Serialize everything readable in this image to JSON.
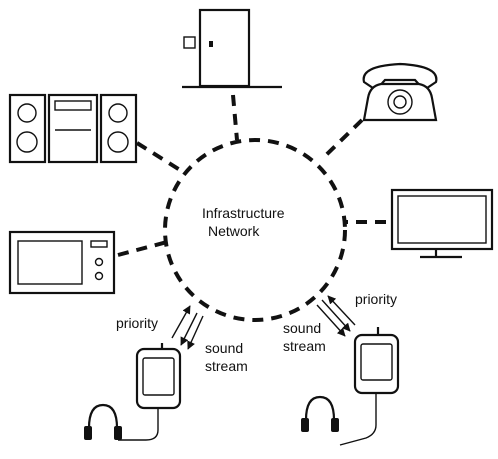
{
  "center_label_line1": "Infrastructure",
  "center_label_line2": "Network",
  "left_client": {
    "priority_label": "priority",
    "stream_line1": "sound",
    "stream_line2": "stream"
  },
  "right_client": {
    "priority_label": "priority",
    "stream_line1": "sound",
    "stream_line2": "stream"
  },
  "devices": [
    "door-icon",
    "telephone-icon",
    "stereo-system-icon",
    "television-icon",
    "microwave-icon",
    "handheld-device-icon",
    "headphones-icon"
  ],
  "colors": {
    "ink": "#111111",
    "background": "#ffffff"
  }
}
